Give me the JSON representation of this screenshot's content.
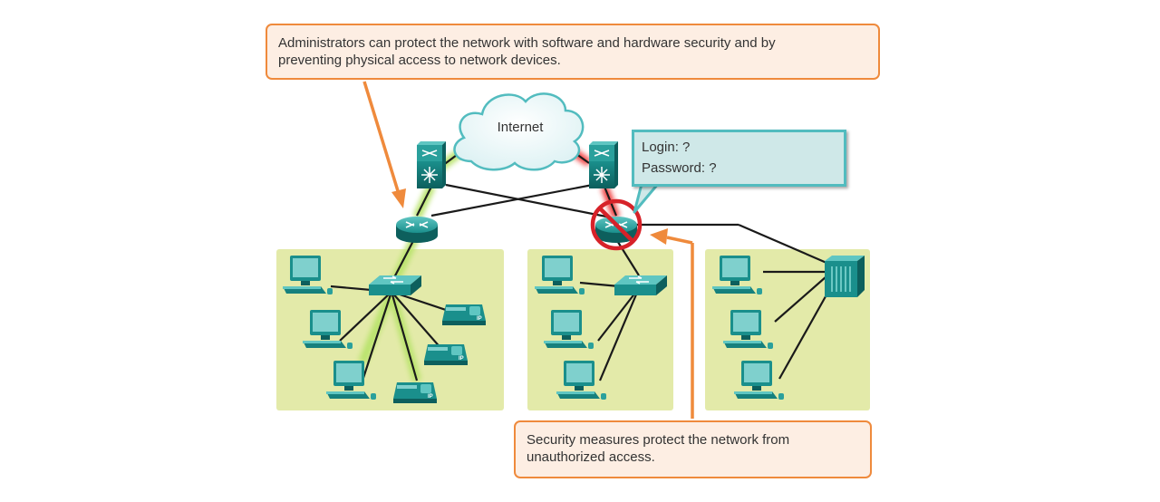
{
  "callouts": {
    "top": {
      "line1": "Administrators can protect the network with software and hardware security and by",
      "line2": "preventing physical access to network devices."
    },
    "bottom": {
      "line1": "Security measures protect the network from",
      "line2": "unauthorized access."
    }
  },
  "cloud": {
    "label": "Internet"
  },
  "login_prompt": {
    "login": "Login: ?",
    "password": "Password: ?"
  },
  "phone_tag": "IP",
  "colors": {
    "lan_background": "#e3eaa9",
    "device_teal": "#1a8f8c",
    "callout_border": "#ef8a3c",
    "callout_fill": "#fdeee3",
    "secure_glow": "#b8e36a",
    "blocked_glow": "#f03a3a",
    "no_entry_red": "#d72229",
    "link_black": "#1a1a1a"
  },
  "icons": [
    "cloud-icon",
    "multilayer-switch-icon",
    "router-icon",
    "switch-icon",
    "pc-icon",
    "ip-phone-icon",
    "server-icon",
    "no-entry-icon",
    "arrow-icon"
  ]
}
